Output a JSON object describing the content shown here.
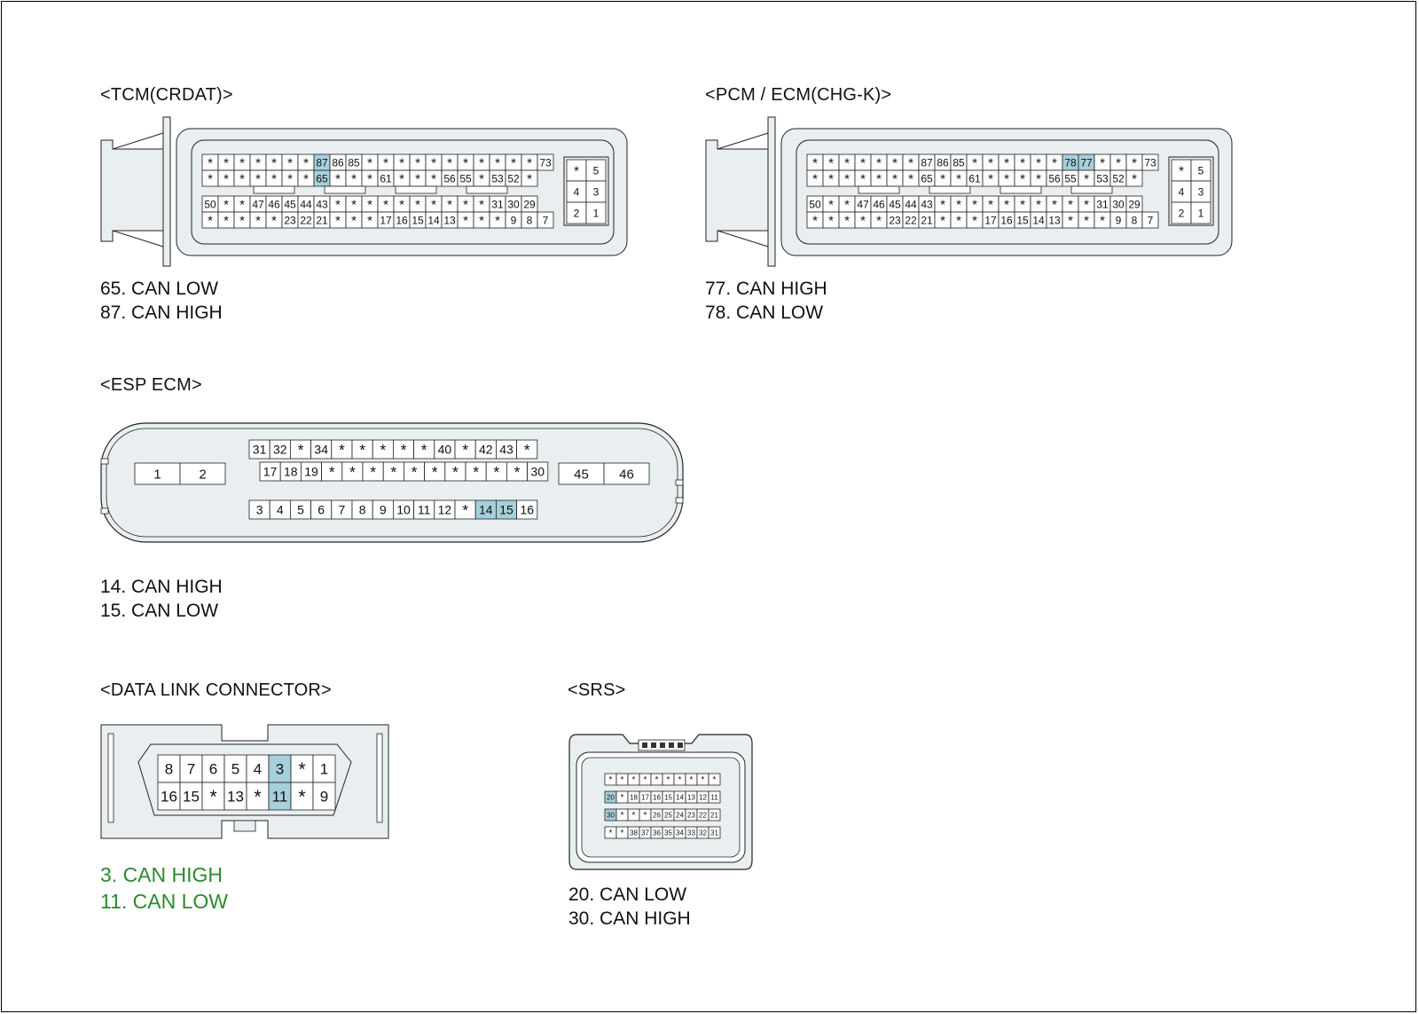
{
  "colors": {
    "housing": "#e9eff0",
    "pin_highlight": "#a6d0db",
    "stroke": "#222222",
    "green_text": "#2b8a2f"
  },
  "tcm": {
    "title": "<TCM(CRDAT)>",
    "rows": [
      [
        "*",
        "*",
        "*",
        "*",
        "*",
        "*",
        "*",
        "87",
        "86",
        "85",
        "*",
        "*",
        "*",
        "*",
        "*",
        "*",
        "*",
        "*",
        "*",
        "*",
        "*",
        "73"
      ],
      [
        "*",
        "*",
        "*",
        "*",
        "*",
        "*",
        "*",
        "65",
        "*",
        "*",
        "*",
        "61",
        "*",
        "*",
        "*",
        "56",
        "55",
        "*",
        "53",
        "52",
        "*"
      ],
      [
        "50",
        "*",
        "*",
        "47",
        "46",
        "45",
        "44",
        "43",
        "*",
        "*",
        "*",
        "*",
        "*",
        "*",
        "*",
        "*",
        "*",
        "*",
        "31",
        "30",
        "29"
      ],
      [
        "*",
        "*",
        "*",
        "*",
        "*",
        "23",
        "22",
        "21",
        "*",
        "*",
        "*",
        "17",
        "16",
        "15",
        "14",
        "13",
        "*",
        "*",
        "*",
        "9",
        "8",
        "7"
      ]
    ],
    "side": [
      [
        "*",
        "5"
      ],
      [
        "4",
        "3"
      ],
      [
        "2",
        "1"
      ]
    ],
    "highlight": [
      "87",
      "65"
    ],
    "notes": [
      "65. CAN LOW",
      "87. CAN HIGH"
    ]
  },
  "pcm": {
    "title": "<PCM / ECM(CHG-K)>",
    "rows": [
      [
        "*",
        "*",
        "*",
        "*",
        "*",
        "*",
        "*",
        "87",
        "86",
        "85",
        "*",
        "*",
        "*",
        "*",
        "*",
        "*",
        "78",
        "77",
        "*",
        "*",
        "*",
        "73"
      ],
      [
        "*",
        "*",
        "*",
        "*",
        "*",
        "*",
        "*",
        "65",
        "*",
        "*",
        "61",
        "*",
        "*",
        "*",
        "*",
        "56",
        "55",
        "*",
        "53",
        "52",
        "*"
      ],
      [
        "50",
        "*",
        "*",
        "47",
        "46",
        "45",
        "44",
        "43",
        "*",
        "*",
        "*",
        "*",
        "*",
        "*",
        "*",
        "*",
        "*",
        "*",
        "31",
        "30",
        "29"
      ],
      [
        "*",
        "*",
        "*",
        "*",
        "*",
        "23",
        "22",
        "21",
        "*",
        "*",
        "*",
        "17",
        "16",
        "15",
        "14",
        "13",
        "*",
        "*",
        "*",
        "9",
        "8",
        "7"
      ]
    ],
    "side": [
      [
        "*",
        "5"
      ],
      [
        "4",
        "3"
      ],
      [
        "2",
        "1"
      ]
    ],
    "highlight": [
      "78",
      "77"
    ],
    "notes": [
      "77. CAN HIGH",
      "78. CAN LOW"
    ]
  },
  "esp": {
    "title": "<ESP ECM>",
    "left_pins": [
      "1",
      "2"
    ],
    "right_pins": [
      "45",
      "46"
    ],
    "row1": [
      "31",
      "32",
      "*",
      "34",
      "*",
      "*",
      "*",
      "*",
      "*",
      "40",
      "*",
      "42",
      "43",
      "*"
    ],
    "row2": [
      "17",
      "18",
      "19",
      "*",
      "*",
      "*",
      "*",
      "*",
      "*",
      "*",
      "*",
      "*",
      "*",
      "30"
    ],
    "row3": [
      "3",
      "4",
      "5",
      "6",
      "7",
      "8",
      "9",
      "10",
      "11",
      "12",
      "*",
      "14",
      "15",
      "16"
    ],
    "highlight": [
      "14",
      "15"
    ],
    "notes": [
      "14. CAN HIGH",
      "15. CAN LOW"
    ]
  },
  "dlc": {
    "title": "<DATA LINK CONNECTOR>",
    "row1": [
      "8",
      "7",
      "6",
      "5",
      "4",
      "3",
      "*",
      "1"
    ],
    "row2": [
      "16",
      "15",
      "*",
      "13",
      "*",
      "11",
      "*",
      "9"
    ],
    "highlight": [
      "3",
      "11"
    ],
    "notes": [
      "3. CAN HIGH",
      "11. CAN LOW"
    ]
  },
  "srs": {
    "title": "<SRS>",
    "rows": [
      [
        "*",
        "*",
        "*",
        "*",
        "*",
        "*",
        "*",
        "*",
        "*",
        "*"
      ],
      [
        "20",
        "*",
        "18",
        "17",
        "16",
        "15",
        "14",
        "13",
        "12",
        "11"
      ],
      [
        "30",
        "*",
        "*",
        "*",
        "26",
        "25",
        "24",
        "23",
        "22",
        "21"
      ],
      [
        "*",
        "*",
        "38",
        "37",
        "36",
        "35",
        "34",
        "33",
        "32",
        "31"
      ]
    ],
    "highlight": [
      "20",
      "30"
    ],
    "notes": [
      "20. CAN LOW",
      "30. CAN HIGH"
    ]
  }
}
